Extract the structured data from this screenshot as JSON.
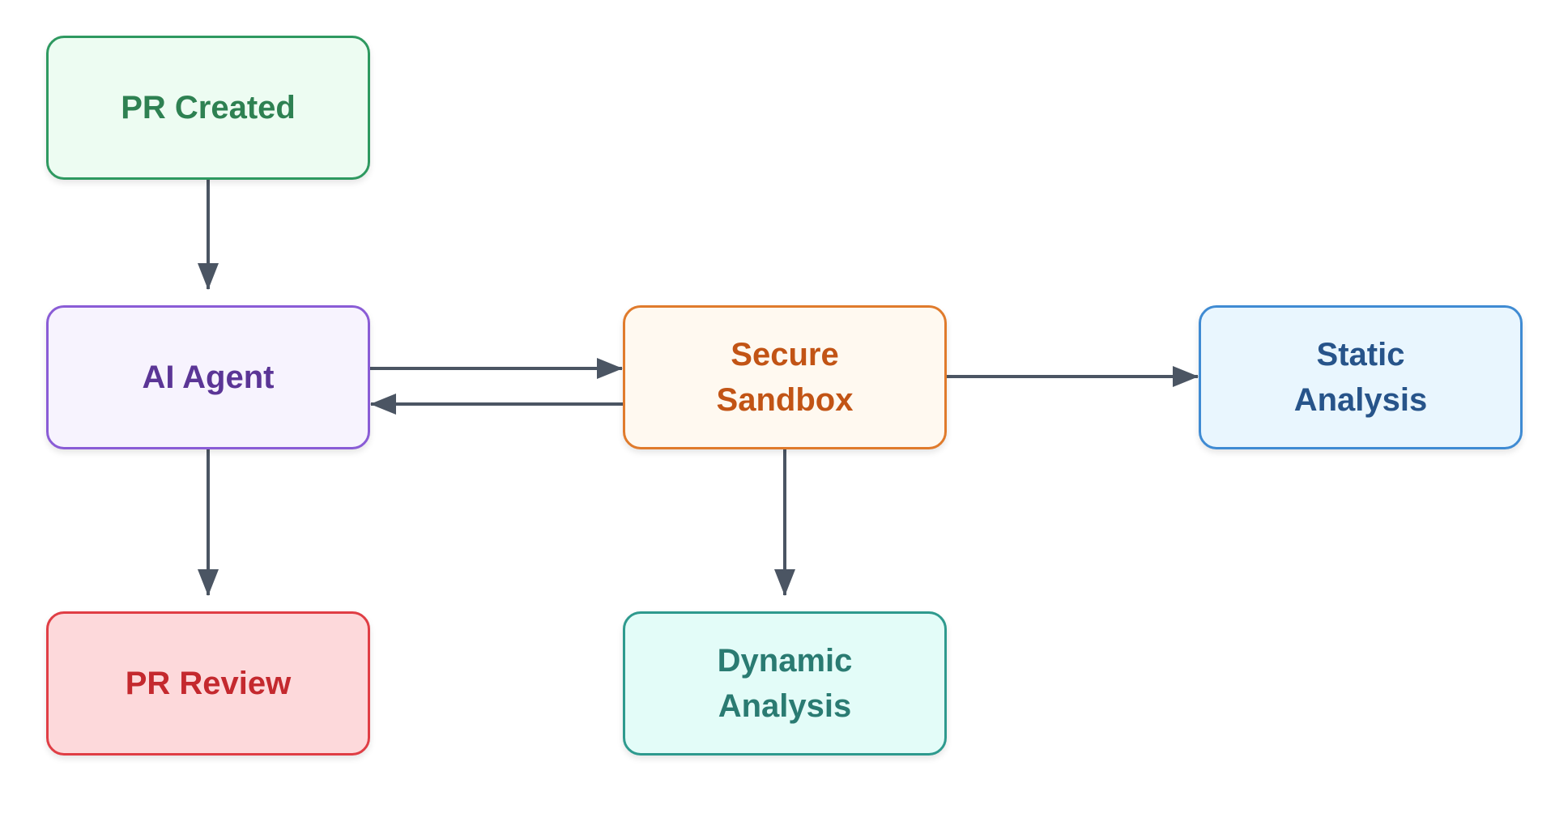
{
  "nodes": {
    "pr_created": {
      "lines": [
        "PR Created"
      ],
      "border": "#2e9960",
      "fill": "#edfcf2",
      "text": "#2e8152"
    },
    "ai_agent": {
      "lines": [
        "AI Agent"
      ],
      "border": "#8a5cd6",
      "fill": "#f7f3fe",
      "text": "#5b3596"
    },
    "pr_review": {
      "lines": [
        "PR Review"
      ],
      "border": "#e03e45",
      "fill": "#fdd9db",
      "text": "#c4292e"
    },
    "secure_sandbox": {
      "lines": [
        "Secure",
        "Sandbox"
      ],
      "border": "#e07b2c",
      "fill": "#fff9f0",
      "text": "#c25415"
    },
    "dynamic_analysis": {
      "lines": [
        "Dynamic",
        "Analysis"
      ],
      "border": "#2e9a8e",
      "fill": "#e3fcf8",
      "text": "#2a7b72"
    },
    "static_analysis": {
      "lines": [
        "Static",
        "Analysis"
      ],
      "border": "#3f8bd3",
      "fill": "#e9f6fe",
      "text": "#27548a"
    }
  },
  "edges": [
    {
      "from": "pr_created",
      "to": "ai_agent"
    },
    {
      "from": "ai_agent",
      "to": "secure_sandbox"
    },
    {
      "from": "secure_sandbox",
      "to": "ai_agent"
    },
    {
      "from": "ai_agent",
      "to": "pr_review"
    },
    {
      "from": "secure_sandbox",
      "to": "dynamic_analysis"
    },
    {
      "from": "secure_sandbox",
      "to": "static_analysis"
    }
  ],
  "edge_color": "#4b5563"
}
